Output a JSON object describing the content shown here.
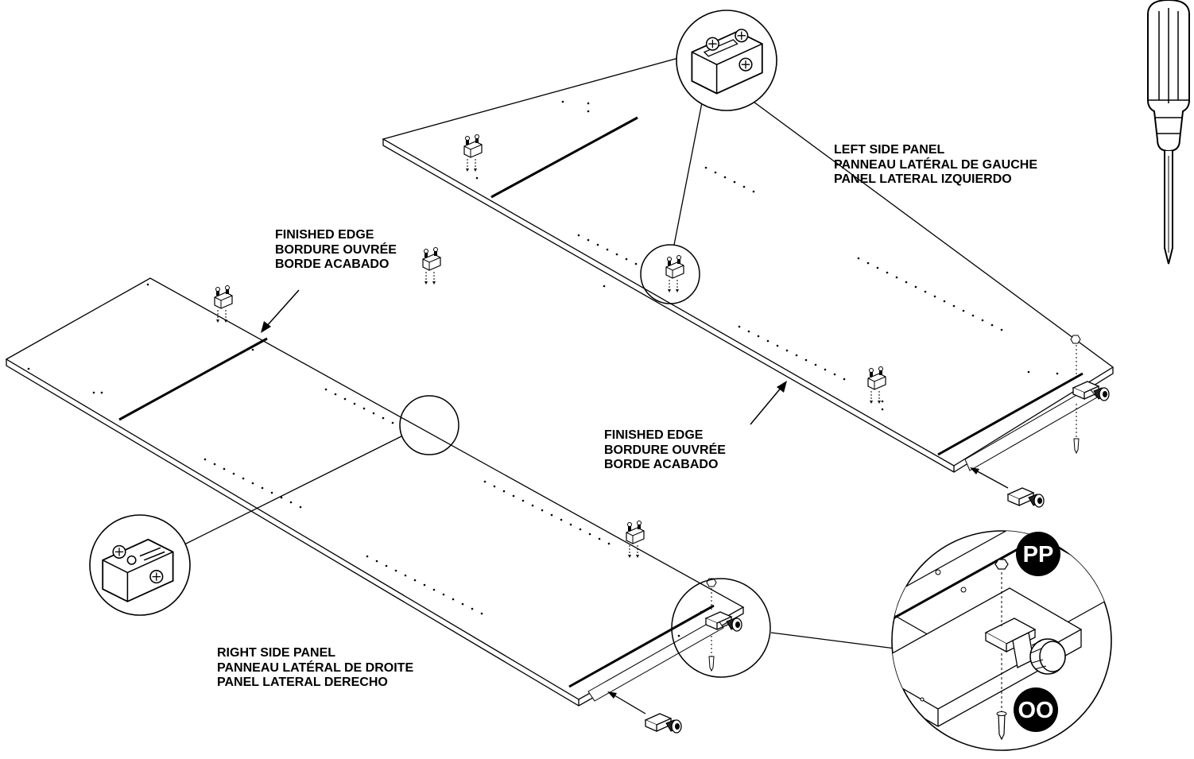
{
  "labels": {
    "left_panel": [
      "LEFT SIDE PANEL",
      "PANNEAU LATÉRAL DE GAUCHE",
      "PANEL LATERAL IZQUIERDO"
    ],
    "right_panel": [
      "RIGHT SIDE PANEL",
      "PANNEAU LATÉRAL DE DROITE",
      "PANEL LATERAL DERECHO"
    ],
    "finished_edge_top": [
      "FINISHED EDGE",
      "BORDURE OUVRÉE",
      "BORDE ACABADO"
    ],
    "finished_edge_bottom": [
      "FINISHED EDGE",
      "BORDURE OUVRÉE",
      "BORDE ACABADO"
    ]
  },
  "badges": {
    "nut": "PP",
    "screw": "OO"
  },
  "icons": {
    "tool": "screwdriver-icon",
    "hinge_plate": "hinge-mounting-plate-icon",
    "leveler": "leveler-foot-icon"
  },
  "colors": {
    "line": "#000000",
    "background": "#ffffff"
  }
}
